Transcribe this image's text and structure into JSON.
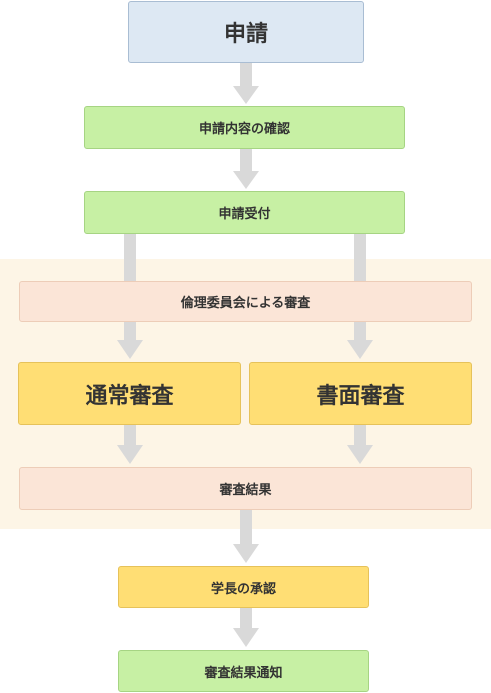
{
  "steps": {
    "application": "申請",
    "content_check": "申請内容の確認",
    "receipt": "申請受付",
    "committee_review": "倫理委員会による審査",
    "normal_review": "通常審査",
    "document_review": "書面審査",
    "review_result": "審査結果",
    "president_approval": "学長の承認",
    "result_notice": "審査結果通知"
  },
  "colors": {
    "start": "#dde8f3",
    "step": "#c7f0a4",
    "committee": "#fbe5d7",
    "review": "#ffde74",
    "band": "#fdf5e6",
    "arrow": "#d9d9d9"
  }
}
